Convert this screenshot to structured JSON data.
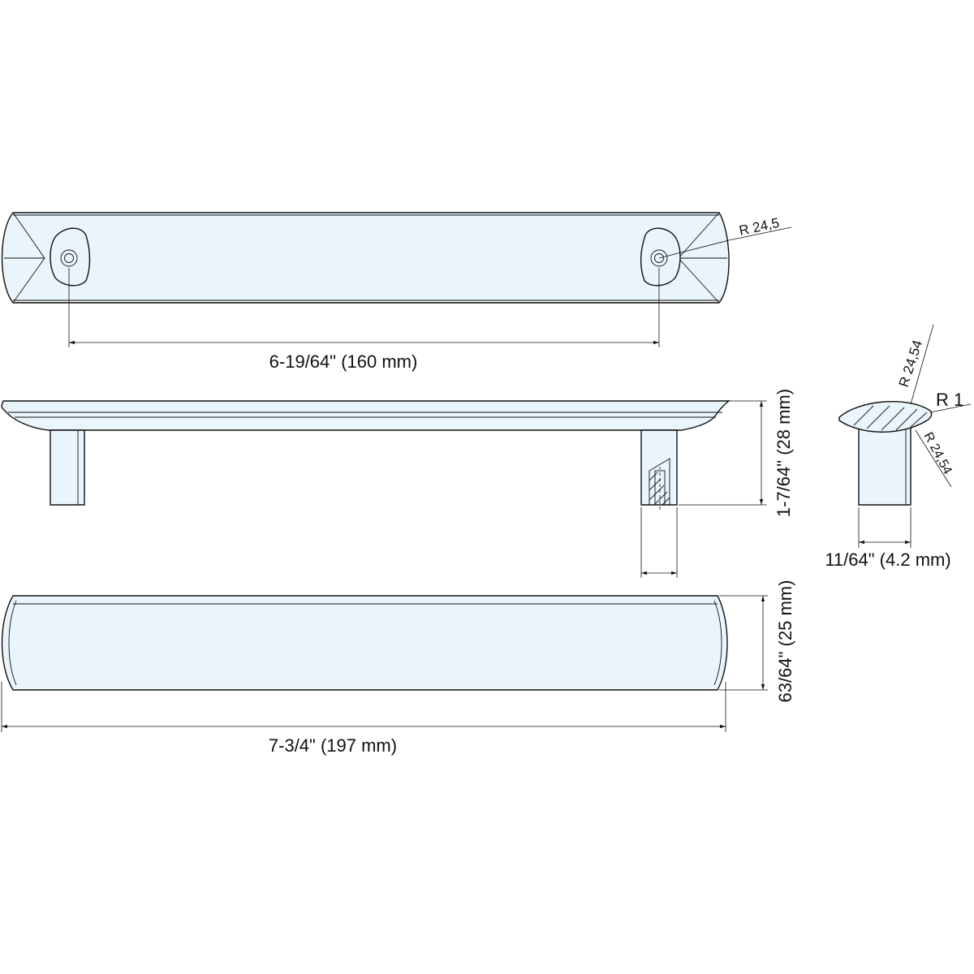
{
  "drawing": {
    "top_view": {
      "radius_label": "R 24,5",
      "hole_spacing_label": "6-19/64\" (160 mm)"
    },
    "side_view": {
      "height_label": "1-7/64\" (28 mm)"
    },
    "section_view": {
      "top_radius_label": "R 24,54",
      "edge_radius_label": "R 1",
      "bottom_radius_label": "R 24,54",
      "width_label": "11/64\" (4.2 mm)"
    },
    "bottom_view": {
      "width_label": "63/64\" (25 mm)",
      "length_label": "7-3/4\" (197 mm)"
    }
  },
  "colors": {
    "part_fill": "#eaf4fb",
    "line": "#111111"
  }
}
